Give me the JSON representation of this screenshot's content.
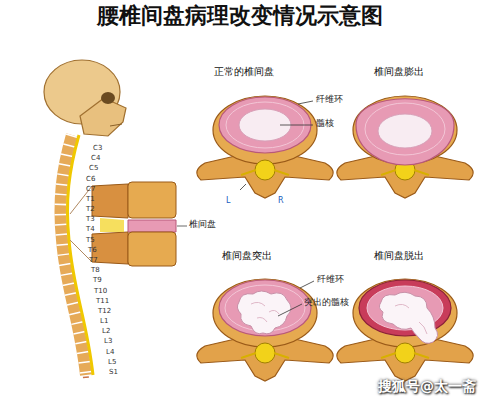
{
  "diagram": {
    "title": "腰椎间盘病理改变情况示意图",
    "labels": [
      "正常的椎间盘",
      "纤维环",
      "髓核",
      "椎间盘膨出",
      "L",
      "R",
      "椎间盘",
      "椎间盘突出",
      "纤维环",
      "突出的髓核",
      "椎间盘脱出",
      "C3",
      "C4",
      "C5",
      "C6",
      "C7",
      "T1",
      "T2",
      "T3",
      "T4",
      "T5",
      "T6",
      "T7",
      "T8",
      "T9",
      "T10",
      "T11",
      "T12",
      "L1",
      "L2",
      "L3",
      "L4",
      "L5",
      "S1",
      "搜狐号@太一斋"
    ]
  }
}
